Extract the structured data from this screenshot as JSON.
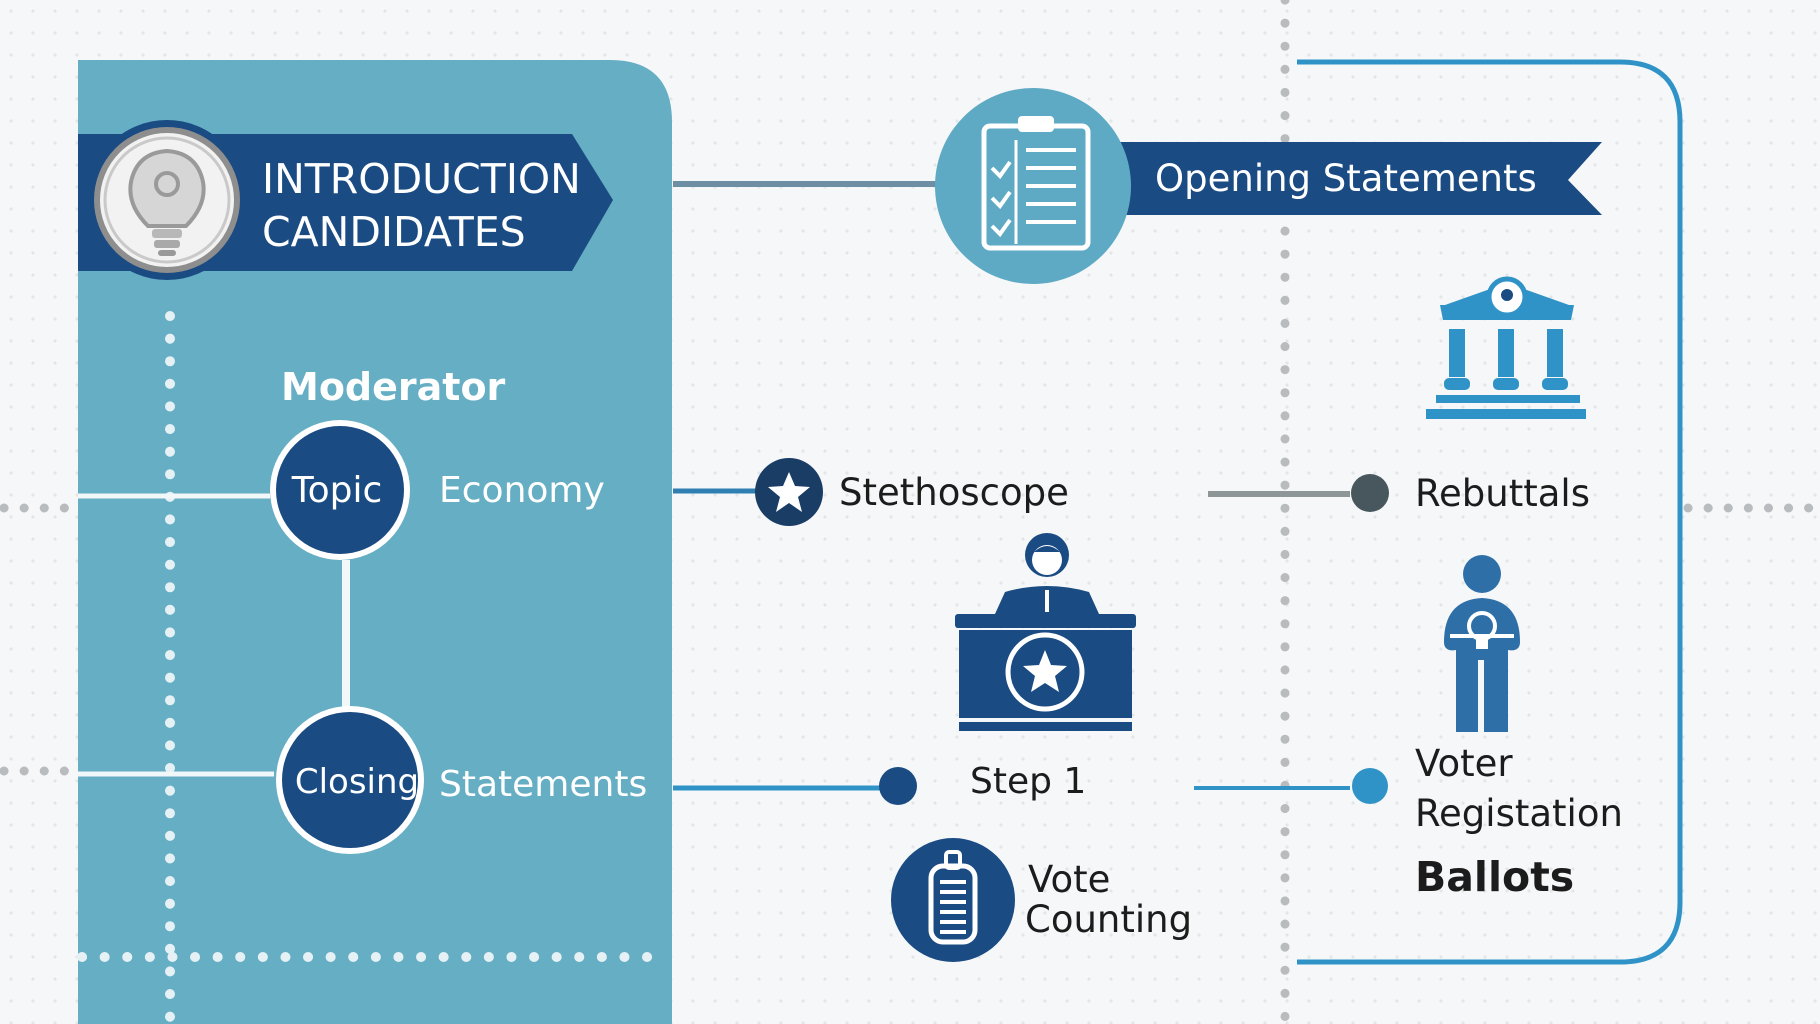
{
  "colors": {
    "background": "#f5f7f8",
    "panel": "#65aec4",
    "navy": "#1a4b82",
    "accent": "#2f93c8",
    "light_circle": "#5eaac4",
    "dots": "#b9bcbf",
    "text_dark": "#1c1c1c",
    "gray_line": "#8f9698"
  },
  "left_panel": {
    "banner_title_line1": "INTRODUCTION",
    "banner_title_line2": "CANDIDATES",
    "banner_icon": "lightbulb-icon",
    "section_label": "Moderator",
    "topic_node": "Topic",
    "topic_value": "Economy",
    "closing_node": "Closing",
    "closing_value": "Statements"
  },
  "center": {
    "header_icon": "clipboard-checklist-icon",
    "header_label": "Opening  Statements",
    "star_item": "Stethoscope",
    "star_icon": "star-icon",
    "podium_icon": "podium-speaker-icon",
    "step_label": "Step 1",
    "vote_line1": "Vote",
    "vote_line2": "Counting",
    "vote_icon": "ballot-box-icon"
  },
  "right": {
    "building_icon": "government-building-icon",
    "rebuttals": "Rebuttals",
    "voter_icon": "person-voter-icon",
    "voter_line1": "Voter",
    "voter_line2": "Registation",
    "ballots": "Ballots"
  }
}
